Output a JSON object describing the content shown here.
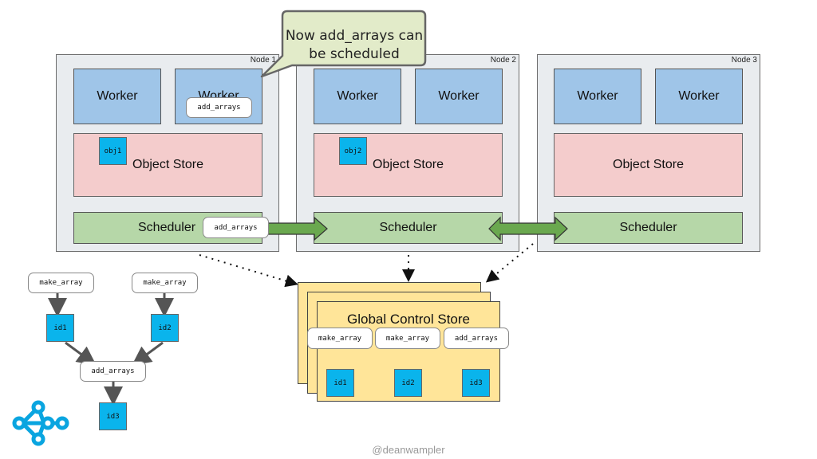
{
  "nodes": [
    {
      "label": "Node 1",
      "workers": [
        "Worker",
        "Worker"
      ],
      "store": "Object Store",
      "scheduler": "Scheduler",
      "object": "obj1"
    },
    {
      "label": "Node 2",
      "workers": [
        "Worker",
        "Worker"
      ],
      "store": "Object Store",
      "scheduler": "Scheduler",
      "object": "obj2"
    },
    {
      "label": "Node 3",
      "workers": [
        "Worker",
        "Worker"
      ],
      "store": "Object Store",
      "scheduler": "Scheduler"
    }
  ],
  "worker_task": "add_arrays",
  "scheduler_task": "add_arrays",
  "callout": {
    "line1": "Now add_arrays can",
    "line2": "be scheduled",
    "fill": "#e2ebc9"
  },
  "gcs": {
    "title": "Global Control Store",
    "tasks": [
      "make_array",
      "make_array",
      "add_arrays"
    ],
    "ids": [
      "id1",
      "id2",
      "id3"
    ]
  },
  "graph": {
    "tasks": [
      "make_array",
      "make_array",
      "add_arrays"
    ],
    "ids": [
      "id1",
      "id2",
      "id3"
    ]
  },
  "colors": {
    "worker": "#9fc5e8",
    "store": "#f4cccc",
    "scheduler": "#b6d7a8",
    "object": "#0ab4ec",
    "gcs": "#ffe599",
    "arrow": "#6aa84f"
  },
  "logo_icon": "ray-logo-icon",
  "footer": "@deanwampler"
}
